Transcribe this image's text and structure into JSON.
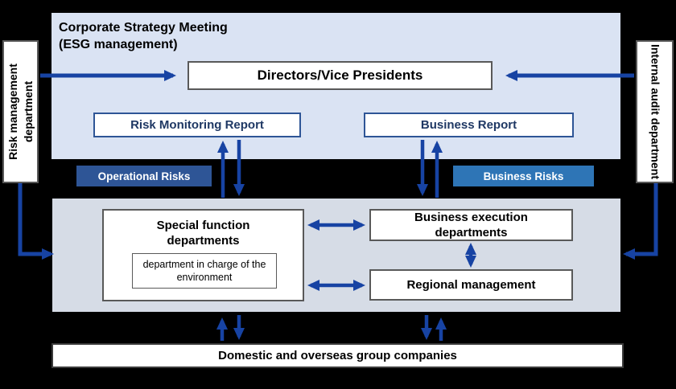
{
  "colors": {
    "background": "#000000",
    "strategy_panel_bg": "#DAE3F3",
    "execution_panel_bg": "#D6DCE6",
    "arrow_blue": "#1743A3",
    "operational_risks_bg": "#2E5596",
    "business_risks_bg": "#2E75B6",
    "report_text": "#1F3864",
    "report_border": "#2E5596",
    "box_border_gray": "#595959"
  },
  "side_columns": {
    "risk_management": {
      "label": "Risk management department"
    },
    "internal_audit": {
      "label": "Internal audit department"
    }
  },
  "strategy_panel": {
    "title_line1": "Corporate Strategy Meeting",
    "title_line2": "(ESG management)",
    "directors_box": "Directors/Vice Presidents",
    "risk_monitoring_report": "Risk Monitoring Report",
    "business_report": "Business Report"
  },
  "risk_tags": {
    "operational": "Operational Risks",
    "business": "Business Risks"
  },
  "execution_panel": {
    "special_function": "Special function departments",
    "environment_dept": "department in charge of the environment",
    "business_execution": "Business execution departments",
    "regional_management": "Regional management"
  },
  "bottom_bar": {
    "label": "Domestic and overseas group companies"
  }
}
